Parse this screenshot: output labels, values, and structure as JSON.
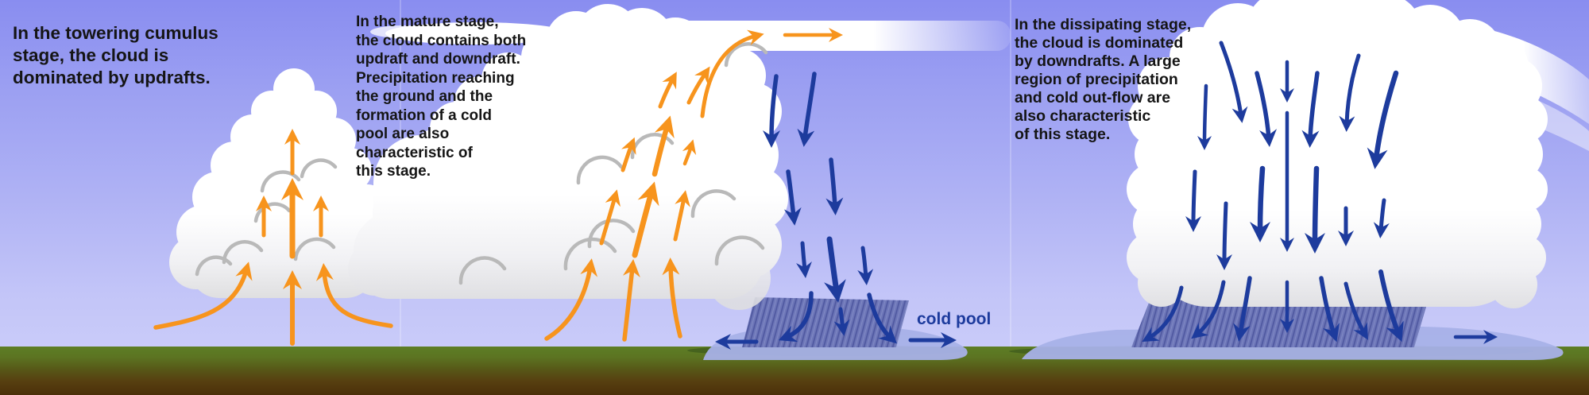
{
  "stages": [
    {
      "name": "towering-cumulus-stage",
      "description": "In the towering cumulus\nstage, the cloud is\ndominated by updrafts."
    },
    {
      "name": "mature-stage",
      "description": "In the mature stage,\nthe cloud contains both\nupdraft and downdraft.\nPrecipitation reaching\nthe ground and the\nformation of a cold\npool are also\ncharacteristic of\nthis stage."
    },
    {
      "name": "dissipating-stage",
      "description": "In the dissipating stage,\nthe cloud is dominated\nby downdrafts.  A large\nregion of precipitation\nand cold out-flow are\nalso characteristic\nof this stage."
    }
  ],
  "labels": {
    "cold_pool": "cold pool"
  },
  "icons": {
    "updraft_arrow": "orange-up-arrow",
    "downdraft_arrow": "navy-down-arrow",
    "outflow_arrow": "navy-horizontal-arrow"
  },
  "colors": {
    "sky_top": "#898df0",
    "sky_bottom": "#c9cbf9",
    "ground_green": "#5d7e25",
    "ground_brown": "#4b3009",
    "updraft": "#f7941d",
    "downdraft": "#1d3b9d",
    "rain_shaft": "#6d76b8",
    "cold_pool": "#a8b1e8",
    "cloud": "#ffffff",
    "cloud_scallop_gray": "#b9b9b9",
    "label_text": "#1d3b9d",
    "description_text": "#151515"
  }
}
